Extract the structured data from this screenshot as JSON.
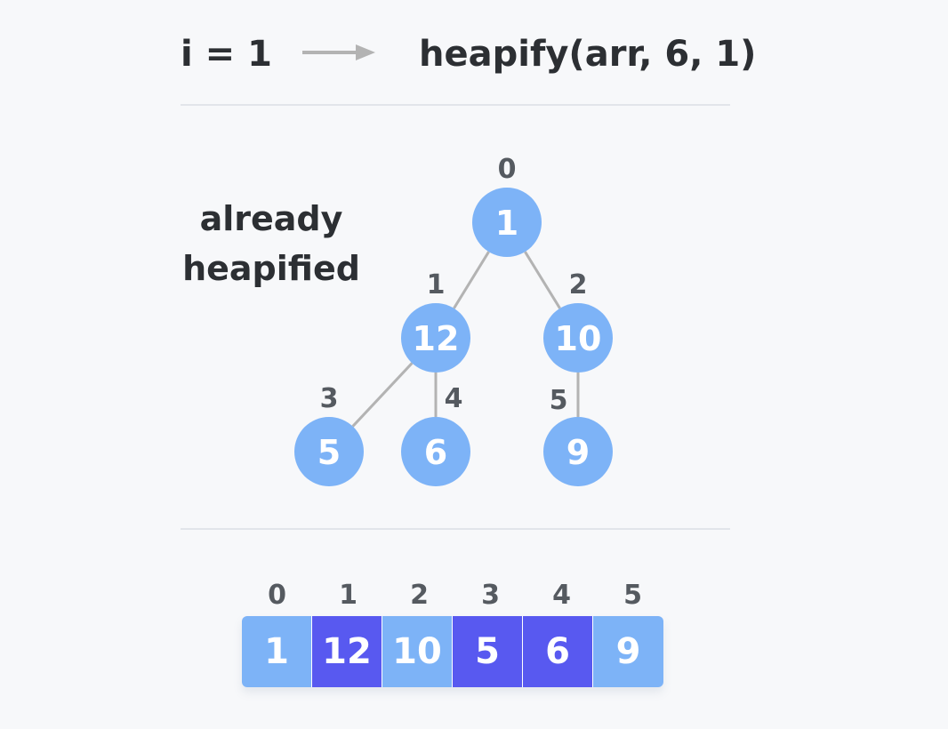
{
  "header": {
    "left": "i = 1",
    "right": "heapify(arr, 6, 1)"
  },
  "note": {
    "line1": "already",
    "line2": "heapified"
  },
  "tree": {
    "nodes": [
      {
        "index": "0",
        "value": "1"
      },
      {
        "index": "1",
        "value": "12"
      },
      {
        "index": "2",
        "value": "10"
      },
      {
        "index": "3",
        "value": "5"
      },
      {
        "index": "4",
        "value": "6"
      },
      {
        "index": "5",
        "value": "9"
      }
    ]
  },
  "array": {
    "cells": [
      {
        "index": "0",
        "value": "1",
        "highlighted": false
      },
      {
        "index": "1",
        "value": "12",
        "highlighted": true
      },
      {
        "index": "2",
        "value": "10",
        "highlighted": false
      },
      {
        "index": "3",
        "value": "5",
        "highlighted": true
      },
      {
        "index": "4",
        "value": "6",
        "highlighted": true
      },
      {
        "index": "5",
        "value": "9",
        "highlighted": false
      }
    ]
  },
  "colors": {
    "node": "#7db3f7",
    "cell": "#7db3f7",
    "cell_highlight": "#5859f0",
    "edge": "#b3b3b3",
    "arrow": "#b3b3b3"
  }
}
